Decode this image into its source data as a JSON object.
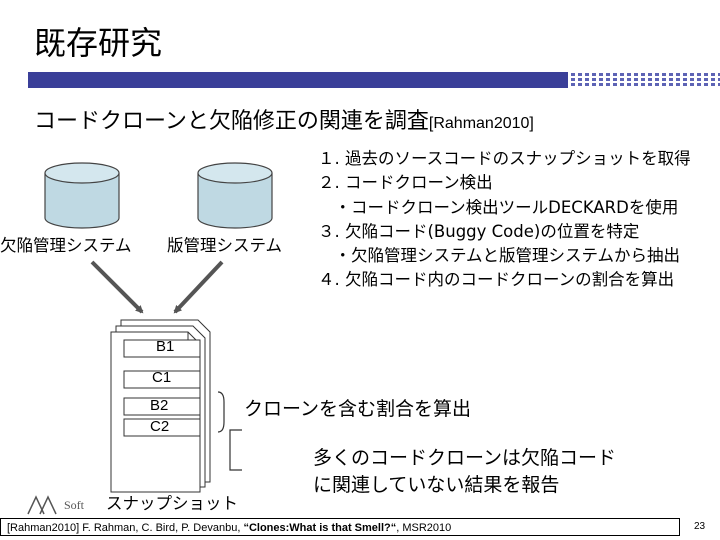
{
  "slide": {
    "title": "既存研究",
    "subtitle": "コードクローンと欠陥修正の関連を調査",
    "subtitle_citation": "[Rahman2010]",
    "steps": [
      "１. 過去のソースコードのスナップショットを取得",
      "２. コードクローン検出",
      "　・コードクローン検出ツールDECKARDを使用",
      "３. 欠陥コード(Buggy Code)の位置を特定",
      "　・欠陥管理システムと版管理システムから抽出",
      "４. 欠陥コード内のコードクローンの割合を算出"
    ],
    "db_left_label": "欠陥管理システム",
    "db_right_label": "版管理システム",
    "doc_labels": {
      "b1": "B1",
      "c1": "C1",
      "b2": "B2",
      "c2": "C2"
    },
    "snapshot_label": "スナップショット",
    "callout_ratio": "クローンを含む割合を算出",
    "callout_result_line1": "多くのコードクローンは欠陥コード",
    "callout_result_line2": "に関連していない結果を報告",
    "footer_prefix": "[Rahman2010] F. Rahman, C. Bird, P. Devanbu, ",
    "footer_title": "“Clones:What is that Smell?“",
    "footer_suffix": ", MSR2010",
    "logo_text": "Soft",
    "page_number": "23"
  },
  "colors": {
    "accent_bar": "#3a3f99",
    "cylinder_fill": "#bfd9e3"
  }
}
